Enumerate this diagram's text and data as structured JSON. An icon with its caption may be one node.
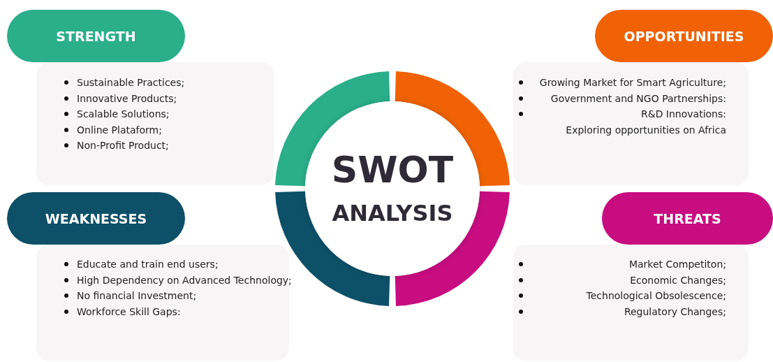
{
  "diagram": {
    "nodes": [
      {
        "text": [
          "Sustainable Practices;",
          "Innovative Products;",
          "Scalable Solutions;",
          "Online Plataform;",
          "Non-Profit Product;"
        ]
      },
      {
        "text": [
          "STRENGTH"
        ]
      },
      {
        "text": [
          "Growing Market for Smart Agriculture;",
          "Government and NGO Partnerships:",
          "R&D Innovations:",
          "Exploring opportunities on Africa"
        ]
      },
      {
        "text": [
          "OPPORTUNITIES"
        ]
      },
      {
        "text": [
          "Educate and train end users;",
          "High Dependency on Advanced Technology;",
          "No financial Investment;",
          "Workforce Skill Gaps:"
        ]
      },
      {
        "text": [
          "WEAKNESSES"
        ]
      },
      {
        "text": [
          "Market Competiton;",
          "Economic Changes;",
          "Technological Obsolescence;",
          "Regulatory Changes;"
        ]
      },
      {
        "text": [
          "THREATS"
        ]
      },
      {
        "text": [
          "SWOT",
          "ANALYSIS"
        ]
      }
    ]
  }
}
